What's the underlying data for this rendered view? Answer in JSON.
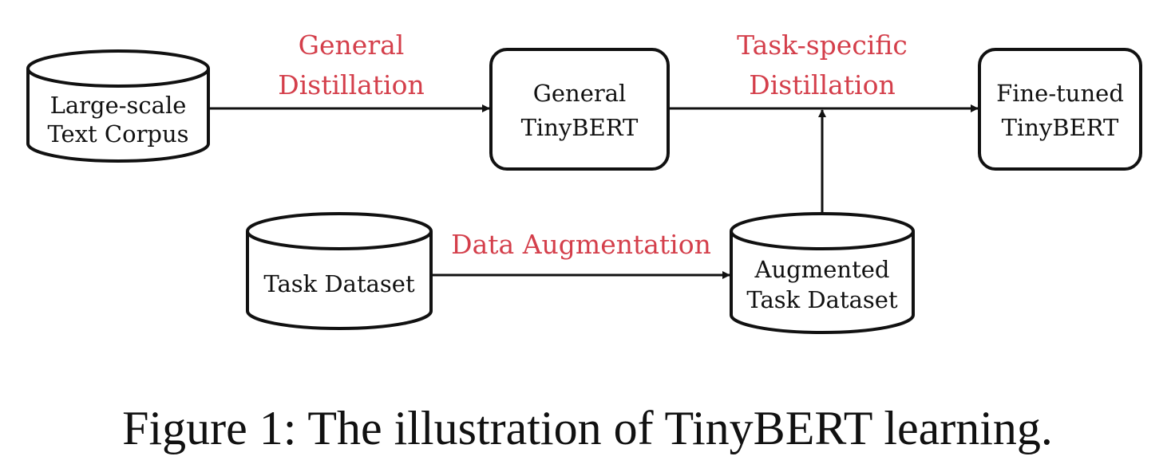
{
  "nodes": {
    "corpus": {
      "line1": "Large-scale",
      "line2": "Text Corpus"
    },
    "general_tinybert": {
      "line1": "General",
      "line2": "TinyBERT"
    },
    "finetuned_tinybert": {
      "line1": "Fine-tuned",
      "line2": "TinyBERT"
    },
    "task_dataset": {
      "line1": "Task Dataset"
    },
    "augmented_dataset": {
      "line1": "Augmented",
      "line2": "Task Dataset"
    }
  },
  "edges": {
    "general_distillation": {
      "line1": "General",
      "line2": "Distillation"
    },
    "task_specific_distillation": {
      "line1": "Task-specific",
      "line2": "Distillation"
    },
    "data_augmentation": {
      "line1": "Data Augmentation"
    }
  },
  "caption": "Figure 1: The illustration of TinyBERT learning.",
  "colors": {
    "label_red": "#d43f4b",
    "stroke": "#111111"
  }
}
